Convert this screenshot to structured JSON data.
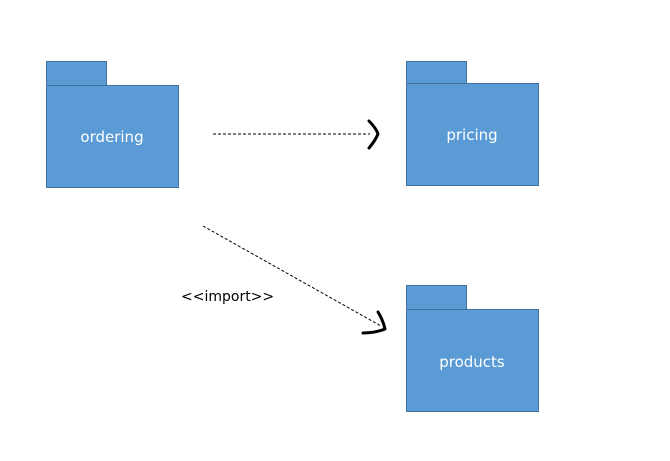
{
  "colors": {
    "package_fill": "#5b9bd5",
    "package_stroke": "#41719c",
    "package_text": "#ffffff",
    "connector": "#000000"
  },
  "packages": {
    "ordering": {
      "name": "ordering"
    },
    "pricing": {
      "name": "pricing"
    },
    "products": {
      "name": "products"
    }
  },
  "dependencies": [
    {
      "from": "ordering",
      "to": "pricing",
      "style": "dashed",
      "label": ""
    },
    {
      "from": "ordering",
      "to": "products",
      "style": "dashed",
      "label": "<<import>>"
    }
  ]
}
